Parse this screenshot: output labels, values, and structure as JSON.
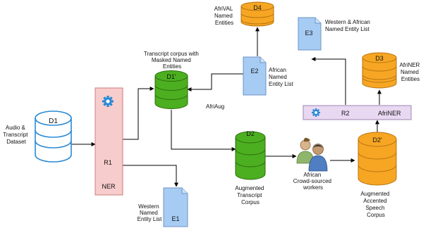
{
  "colors": {
    "blue_db_stroke": "#2a8ad6",
    "green_db_fill": "#4caf1f",
    "green_db_stroke": "#2d6e10",
    "orange_db_fill": "#f6a623",
    "orange_db_stroke": "#b87410",
    "doc_fill": "#a7ccf4",
    "doc_stroke": "#6b93c3",
    "r1_fill": "#f7cccc",
    "r1_stroke": "#cf7b7b",
    "r2_fill": "#e9d8f1",
    "r2_stroke": "#9c86b3",
    "gear": "#2a8ad6"
  },
  "nodes": {
    "d1": {
      "title": "D1",
      "label": [
        "Audio &",
        "Transcript",
        "Dataset"
      ]
    },
    "d1p": {
      "title": "D1'",
      "label": [
        "Transcript corpus with",
        "Masked Named",
        "Entities"
      ]
    },
    "d2": {
      "title": "D2",
      "label": [
        "Augmented",
        "Transcript",
        "Corpus"
      ]
    },
    "d2p": {
      "title": "D2'",
      "label": [
        "Augmented",
        "Accented",
        "Speech",
        "Corpus"
      ]
    },
    "d3": {
      "title": "D3",
      "label": [
        "AfriNER",
        "Named",
        "Entities"
      ]
    },
    "d4": {
      "title": "D4",
      "label": [
        "AfriVAL",
        "Named",
        "Entities"
      ]
    },
    "e1": {
      "title": "E1",
      "label": [
        "Western",
        "Named",
        "Entity List"
      ]
    },
    "e2": {
      "title": "E2",
      "label": [
        "African",
        "Named",
        "Entity List"
      ]
    },
    "e3": {
      "title": "E3",
      "label": [
        "Western & African",
        "Named Entity List"
      ]
    },
    "r1": {
      "title": "R1",
      "sub": "NER"
    },
    "r2": {
      "title": "R2",
      "sub": "AfriNER"
    },
    "workers": {
      "label": [
        "African",
        "Crowd-sourced",
        "workers"
      ]
    },
    "afriaug": {
      "label": "AfriAug"
    }
  }
}
